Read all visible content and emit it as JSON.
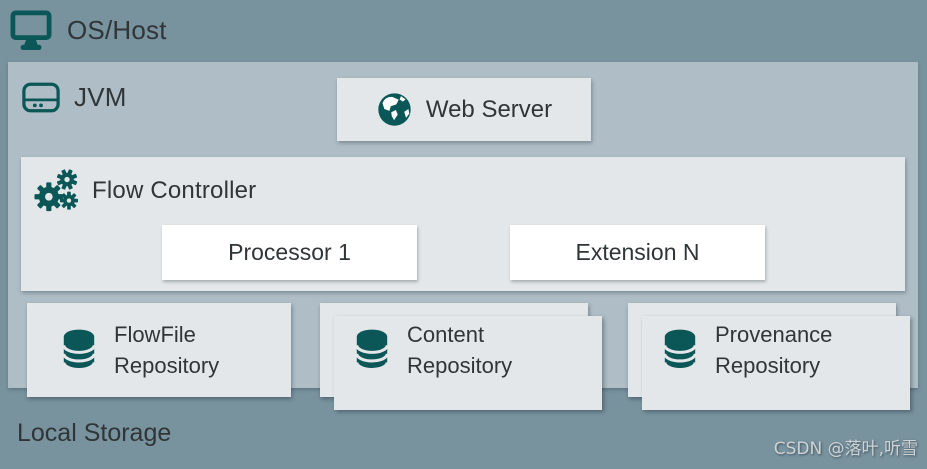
{
  "colors": {
    "outer_bg": "#78929E",
    "jvm_bg": "#AFBEC6",
    "card_bg": "#E3E7E9",
    "white_box_bg": "#FFFFFF",
    "icon_teal": "#0B5656",
    "text": "#303538",
    "watermark_text": "#CDD3D6"
  },
  "diagram": {
    "os_host": {
      "label": "OS/Host",
      "icon": "monitor-icon"
    },
    "jvm": {
      "label": "JVM",
      "icon": "hard-drive-icon"
    },
    "web_server": {
      "label": "Web Server",
      "icon": "globe-icon"
    },
    "flow_controller": {
      "label": "Flow Controller",
      "icon": "gears-icon"
    },
    "processor": {
      "label": "Processor 1"
    },
    "extension": {
      "label": "Extension N"
    },
    "repositories": [
      {
        "label": "FlowFile Repository",
        "icon": "database-icon",
        "stacked": false
      },
      {
        "label": "Content Repository",
        "icon": "database-icon",
        "stacked": true
      },
      {
        "label": "Provenance Repository",
        "icon": "database-icon",
        "stacked": true
      }
    ],
    "local_storage": {
      "label": "Local Storage"
    }
  },
  "watermark": {
    "text": "CSDN @落叶,听雪"
  }
}
